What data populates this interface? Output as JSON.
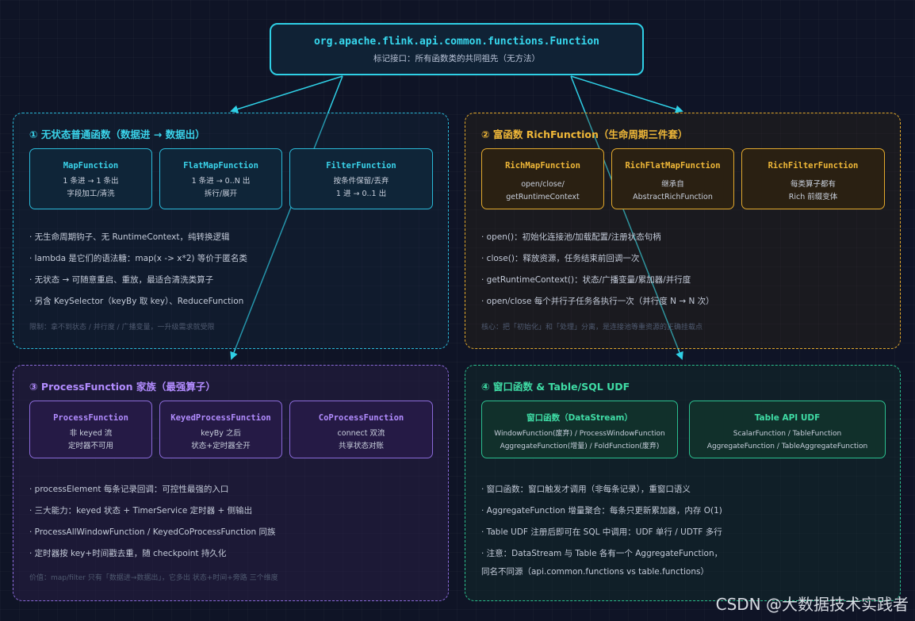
{
  "root": {
    "title": "org.apache.flink.api.common.functions.Function",
    "subtitle": "标记接口：所有函数类的共同祖先（无方法）"
  },
  "panels": [
    {
      "title": "① 无状态普通函数（数据进 → 数据出）",
      "color": "#2ab9d8",
      "cards": [
        {
          "name": "MapFunction",
          "lines": [
            "1 条进 → 1 条出",
            "字段加工/清洗"
          ]
        },
        {
          "name": "FlatMapFunction",
          "lines": [
            "1 条进 → 0..N 出",
            "拆行/展开"
          ]
        },
        {
          "name": "FilterFunction",
          "lines": [
            "按条件保留/丢弃",
            "1 进 → 0..1 出"
          ]
        }
      ],
      "bullets": [
        "· 无生命周期钩子、无 RuntimeContext，纯转换逻辑",
        "· lambda 是它们的语法糖：map(x -> x*2) 等价于匿名类",
        "· 无状态 → 可随意重启、重放，最适合清洗类算子",
        "· 另含 KeySelector（keyBy 取 key）、ReduceFunction"
      ],
      "note": "限制：拿不到状态 / 并行度 / 广播变量，一升级需求就受限"
    },
    {
      "title": "② 富函数 RichFunction（生命周期三件套）",
      "color": "#e3a92c",
      "cards": [
        {
          "name": "RichMapFunction",
          "lines": [
            "open/close/",
            "getRuntimeContext"
          ]
        },
        {
          "name": "RichFlatMapFunction",
          "lines": [
            "继承自",
            "AbstractRichFunction"
          ]
        },
        {
          "name": "RichFilterFunction",
          "lines": [
            "每类算子都有",
            "Rich 前缀变体"
          ]
        }
      ],
      "bullets": [
        "· open()：初始化连接池/加载配置/注册状态句柄",
        "· close()：释放资源，任务结束前回调一次",
        "· getRuntimeContext()：状态/广播变量/累加器/并行度",
        "· open/close 每个并行子任务各执行一次（并行度 N → N 次）"
      ],
      "note": "核心：把「初始化」和「处理」分离，是连接池等重资源的正确挂载点"
    },
    {
      "title": "③ ProcessFunction 家族（最强算子）",
      "color": "#8a6ad8",
      "cards": [
        {
          "name": "ProcessFunction",
          "lines": [
            "非 keyed 流",
            "定时器不可用"
          ]
        },
        {
          "name": "KeyedProcessFunction",
          "lines": [
            "keyBy 之后",
            "状态+定时器全开"
          ]
        },
        {
          "name": "CoProcessFunction",
          "lines": [
            "connect 双流",
            "共享状态对账"
          ]
        }
      ],
      "bullets": [
        "· processElement 每条记录回调：可控性最强的入口",
        "· 三大能力：keyed 状态 + TimerService 定时器 + 侧输出",
        "· ProcessAllWindowFunction / KeyedCoProcessFunction 同族",
        "· 定时器按 key+时间戳去重，随 checkpoint 持久化"
      ],
      "note": "价值：map/filter 只有「数据进→数据出」，它多出 状态+时间+旁路 三个维度"
    },
    {
      "title": "④ 窗口函数 & Table/SQL UDF",
      "color": "#2bbf8e",
      "cards": [
        {
          "name": "窗口函数（DataStream）",
          "lines": [
            "WindowFunction(废弃) / ProcessWindowFunction",
            "AggregateFunction(增量) / FoldFunction(废弃)"
          ]
        },
        {
          "name": "Table API UDF",
          "lines": [
            "ScalarFunction / TableFunction",
            "AggregateFunction / TableAggregateFunction"
          ]
        }
      ],
      "bullets": [
        "· 窗口函数：窗口触发才调用（非每条记录），重窗口语义",
        "· AggregateFunction 增量聚合：每条只更新累加器，内存 O(1)",
        "· Table UDF 注册后即可在 SQL 中调用：UDF 单行 / UDTF 多行",
        "· 注意：DataStream 与 Table 各有一个 AggregateFunction，",
        "同名不同源（api.common.functions vs table.functions）"
      ],
      "note": ""
    }
  ],
  "watermark": "CSDN @大数据技术实践者"
}
